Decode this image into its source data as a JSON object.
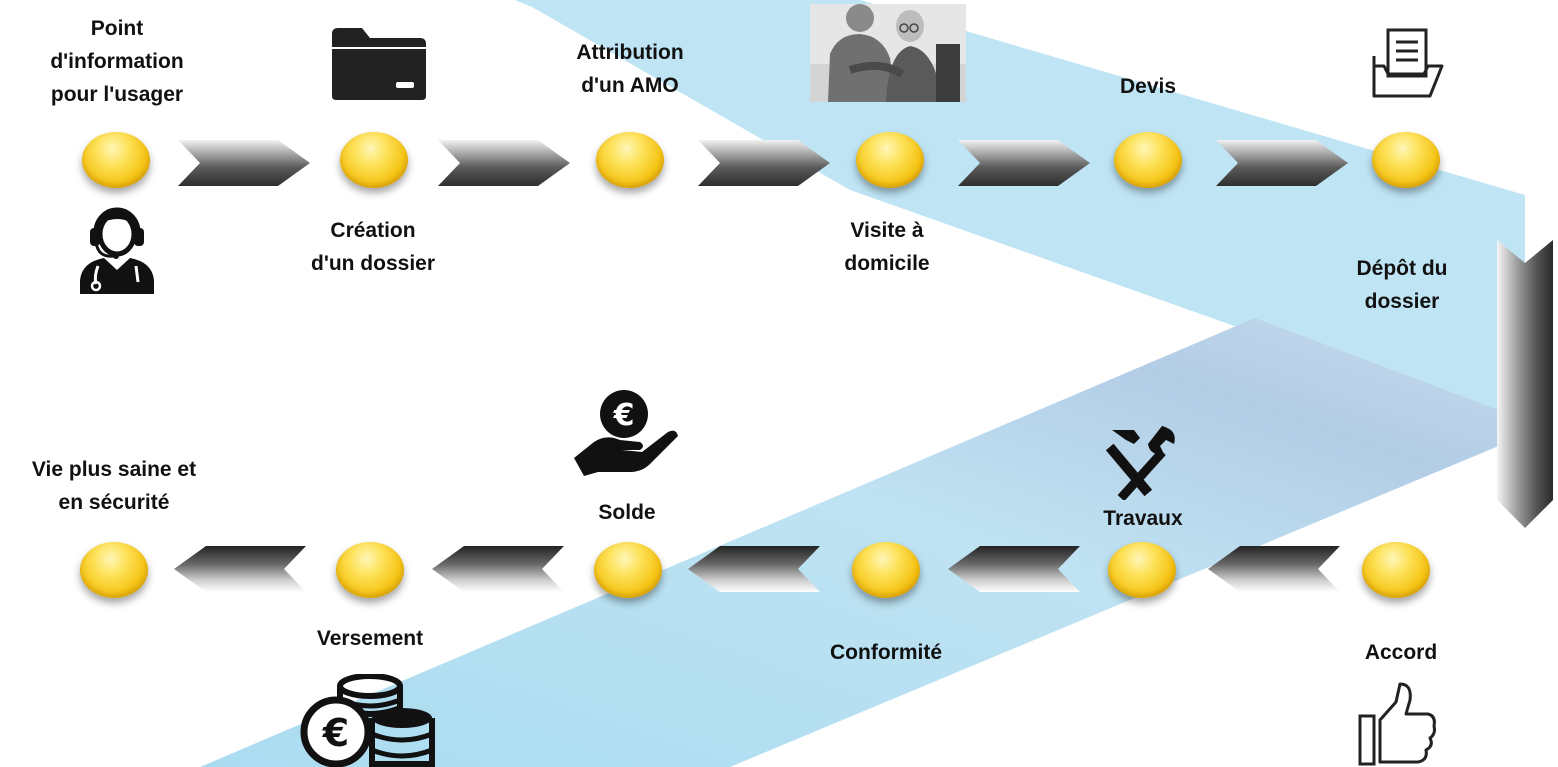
{
  "steps": {
    "info": {
      "line1": "Point",
      "line2": "d'information",
      "line3": "pour l'usager"
    },
    "creation": {
      "line1": "Création",
      "line2": "d'un dossier"
    },
    "amo": {
      "line1": "Attribution",
      "line2": "d'un AMO"
    },
    "visite": {
      "line1": "Visite à",
      "line2": "domicile"
    },
    "devis": {
      "line1": "Devis"
    },
    "depot": {
      "line1": "Dépôt du",
      "line2": "dossier"
    },
    "accord": {
      "line1": "Accord"
    },
    "travaux": {
      "line1": "Travaux"
    },
    "conformite": {
      "line1": "Conformité"
    },
    "solde": {
      "line1": "Solde"
    },
    "versement": {
      "line1": "Versement"
    },
    "vie": {
      "line1": "Vie plus saine et",
      "line2": "en sécurité"
    }
  },
  "icons": {
    "info": "headset-doctor-icon",
    "creation": "folder-icon",
    "visite": "home-visit-photo",
    "devis": "document-tray-icon",
    "accord": "thumbs-up-icon",
    "travaux": "hammer-wrench-icon",
    "solde": "euro-coin-hand-icon",
    "versement": "euro-coins-stack-icon"
  },
  "colors": {
    "band": "#bfe3f2",
    "node": "#f5c414",
    "arrow": "#8a8a8a",
    "text": "#111111"
  }
}
